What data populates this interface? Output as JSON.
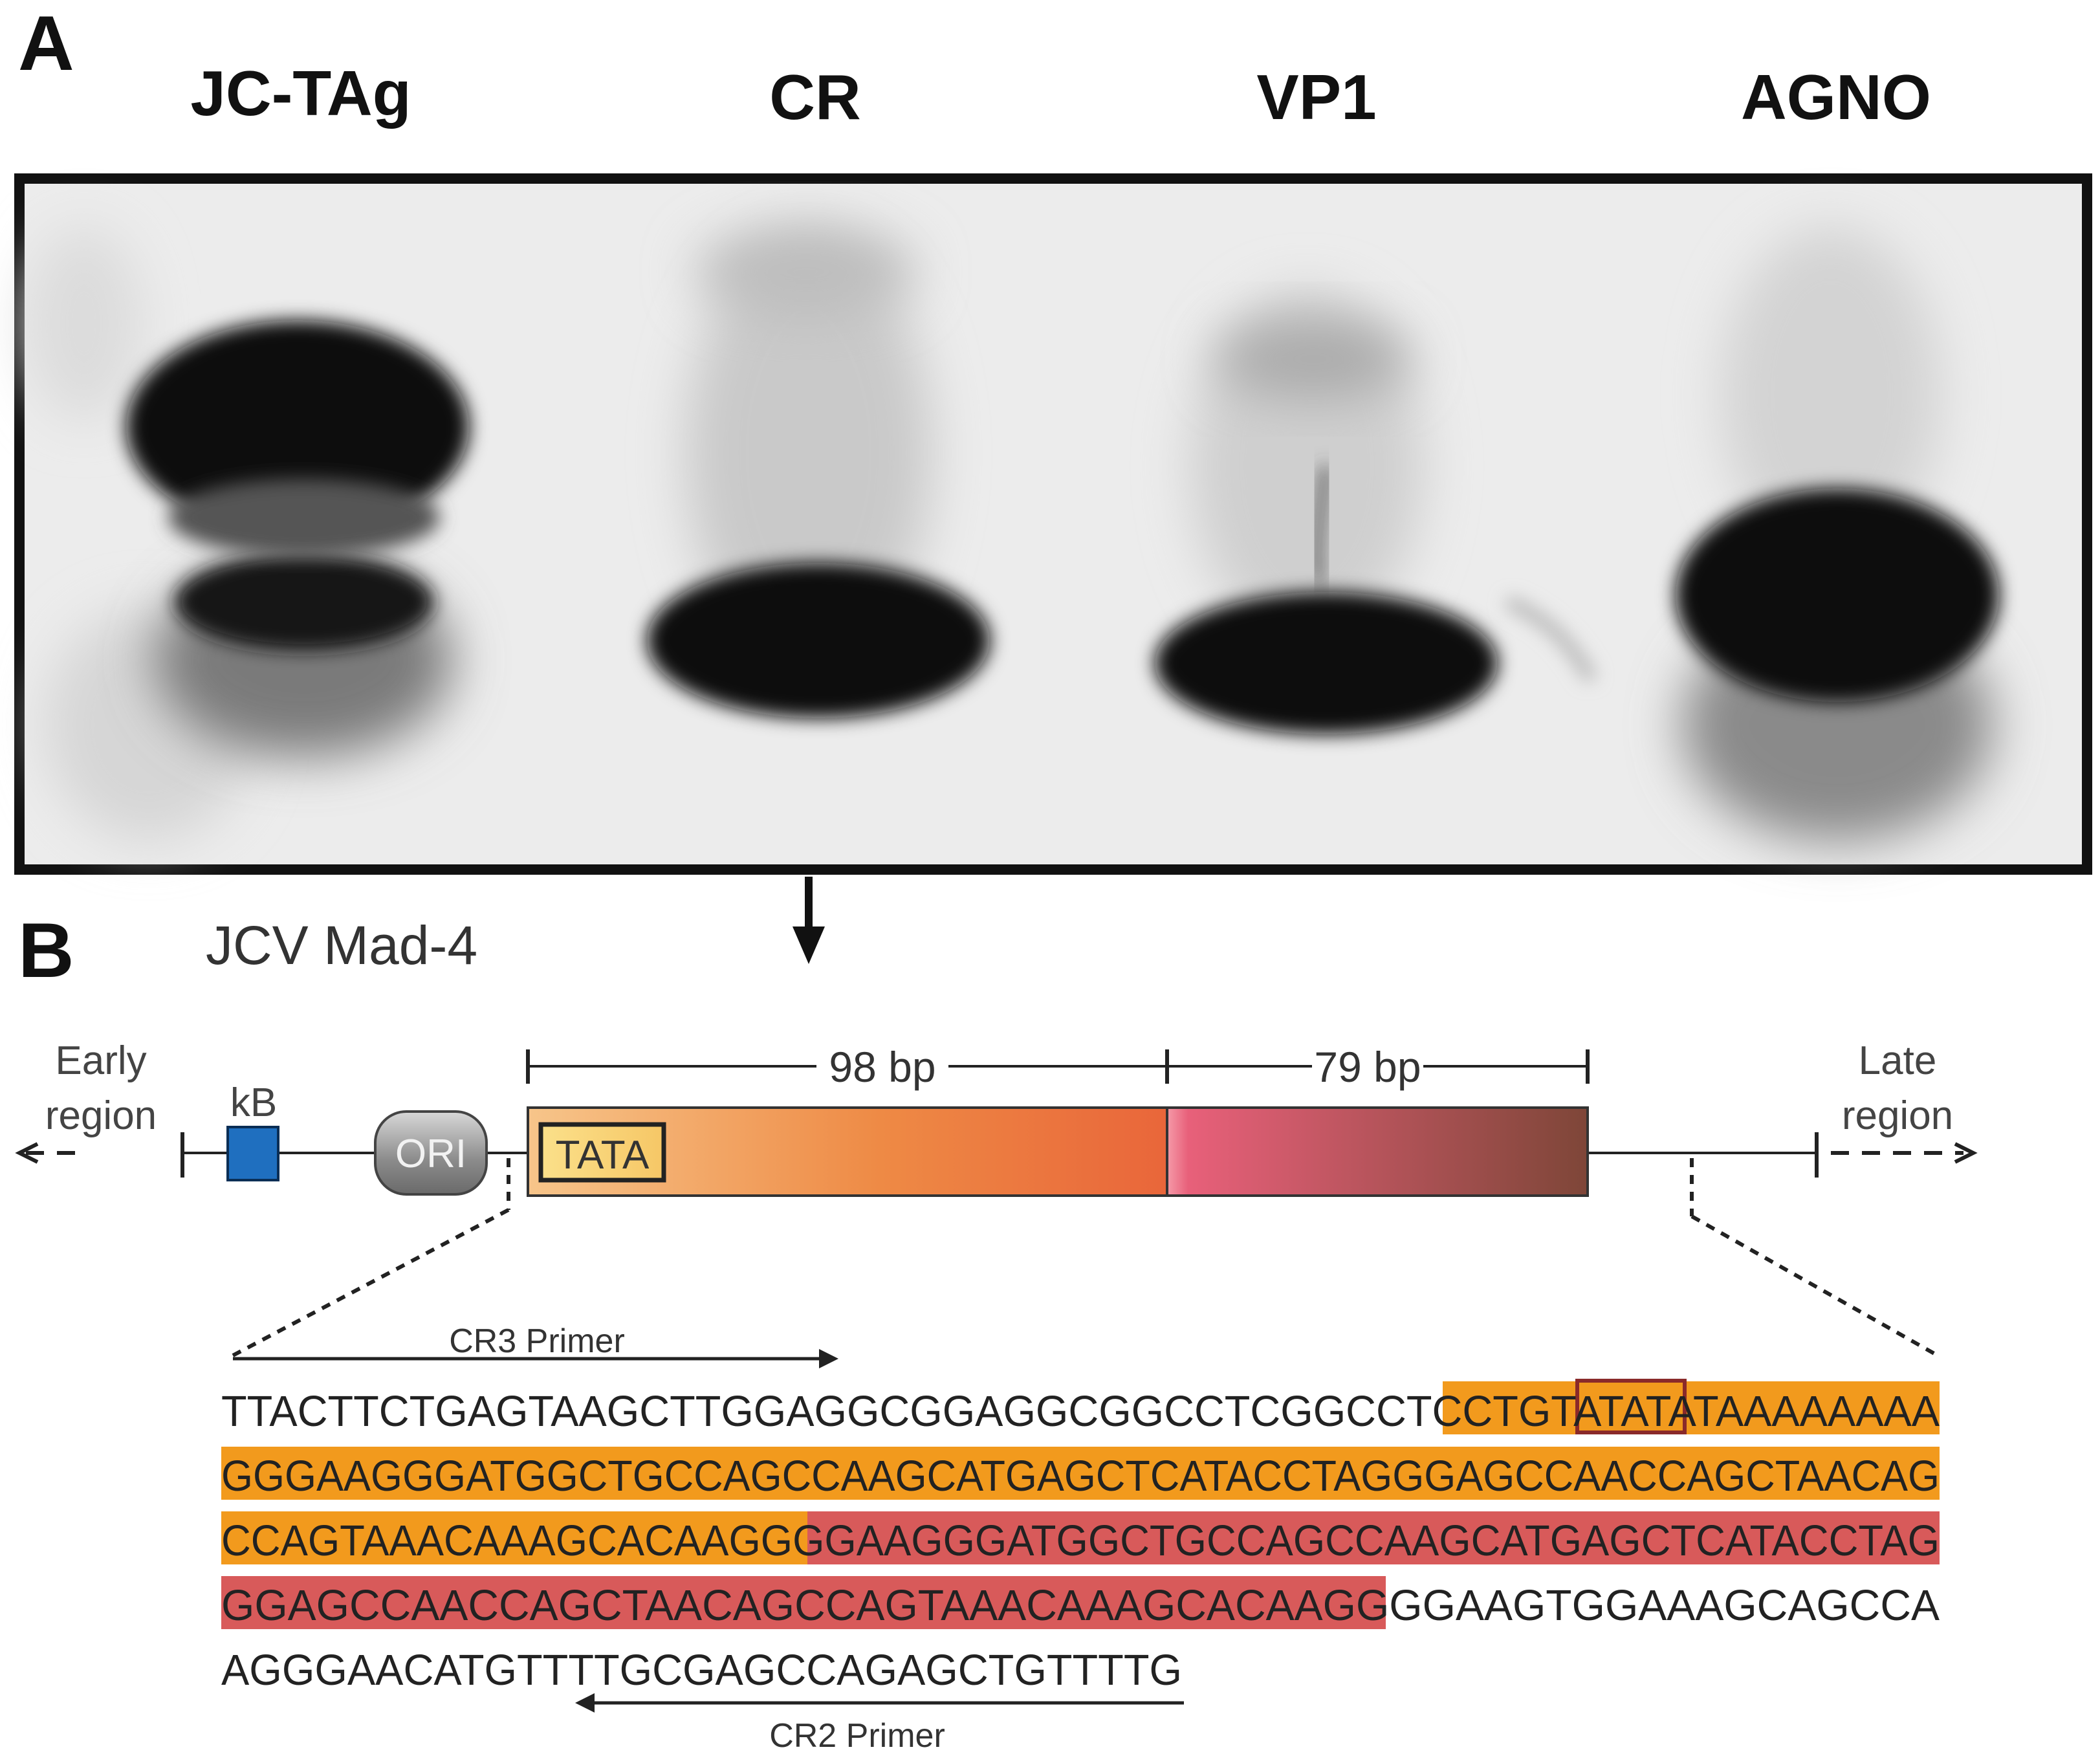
{
  "panel_a": {
    "letter": "A",
    "lanes": [
      "JC-TAg",
      "CR",
      "VP1",
      "AGNO"
    ]
  },
  "panel_b": {
    "letter": "B",
    "title": "JCV Mad-4",
    "early_region": [
      "Early",
      "region"
    ],
    "late_region": [
      "Late",
      "region"
    ],
    "kb_label": "kB",
    "ori_label": "ORI",
    "tata_label": "TATA",
    "segment_1_bp": "98 bp",
    "segment_2_bp": "79 bp",
    "colors": {
      "kb_box": "#1f6fbf",
      "segment_1_start": "#f7c58a",
      "segment_1_end": "#e9663a",
      "segment_2_start": "#f06a82",
      "segment_2_end": "#7e4638",
      "highlight_98bp": "#f29a1d",
      "highlight_79bp": "#d85a5a"
    },
    "sequence_lines": [
      "TTACTTCTGAGTAAGCTTGGAGGCGGAGGCGGCCTCGGCCTCCTGTATATATAAAAAAAA",
      "GGGAAGGGATGGCTGCCAGCCAAGCATGAGCTCATACCTAGGGAGCCAACCAGCTAACAG",
      "CCAGTAAACAAAGCACAAGGGGAAGGGATGGCTGCCAGCCAAGCATGAGCTCATACCTAG",
      "GGAGCCAACCAGCTAACAGCCAGTAAACAAAGCACAAGGGGAAGTGGAAAGCAGCCA",
      "AGGGAACATGTTTTGCGAGCCAGAGCTGTTTTG"
    ],
    "cr3_primer": "CR3 Primer",
    "cr2_primer": "CR2 Primer"
  }
}
